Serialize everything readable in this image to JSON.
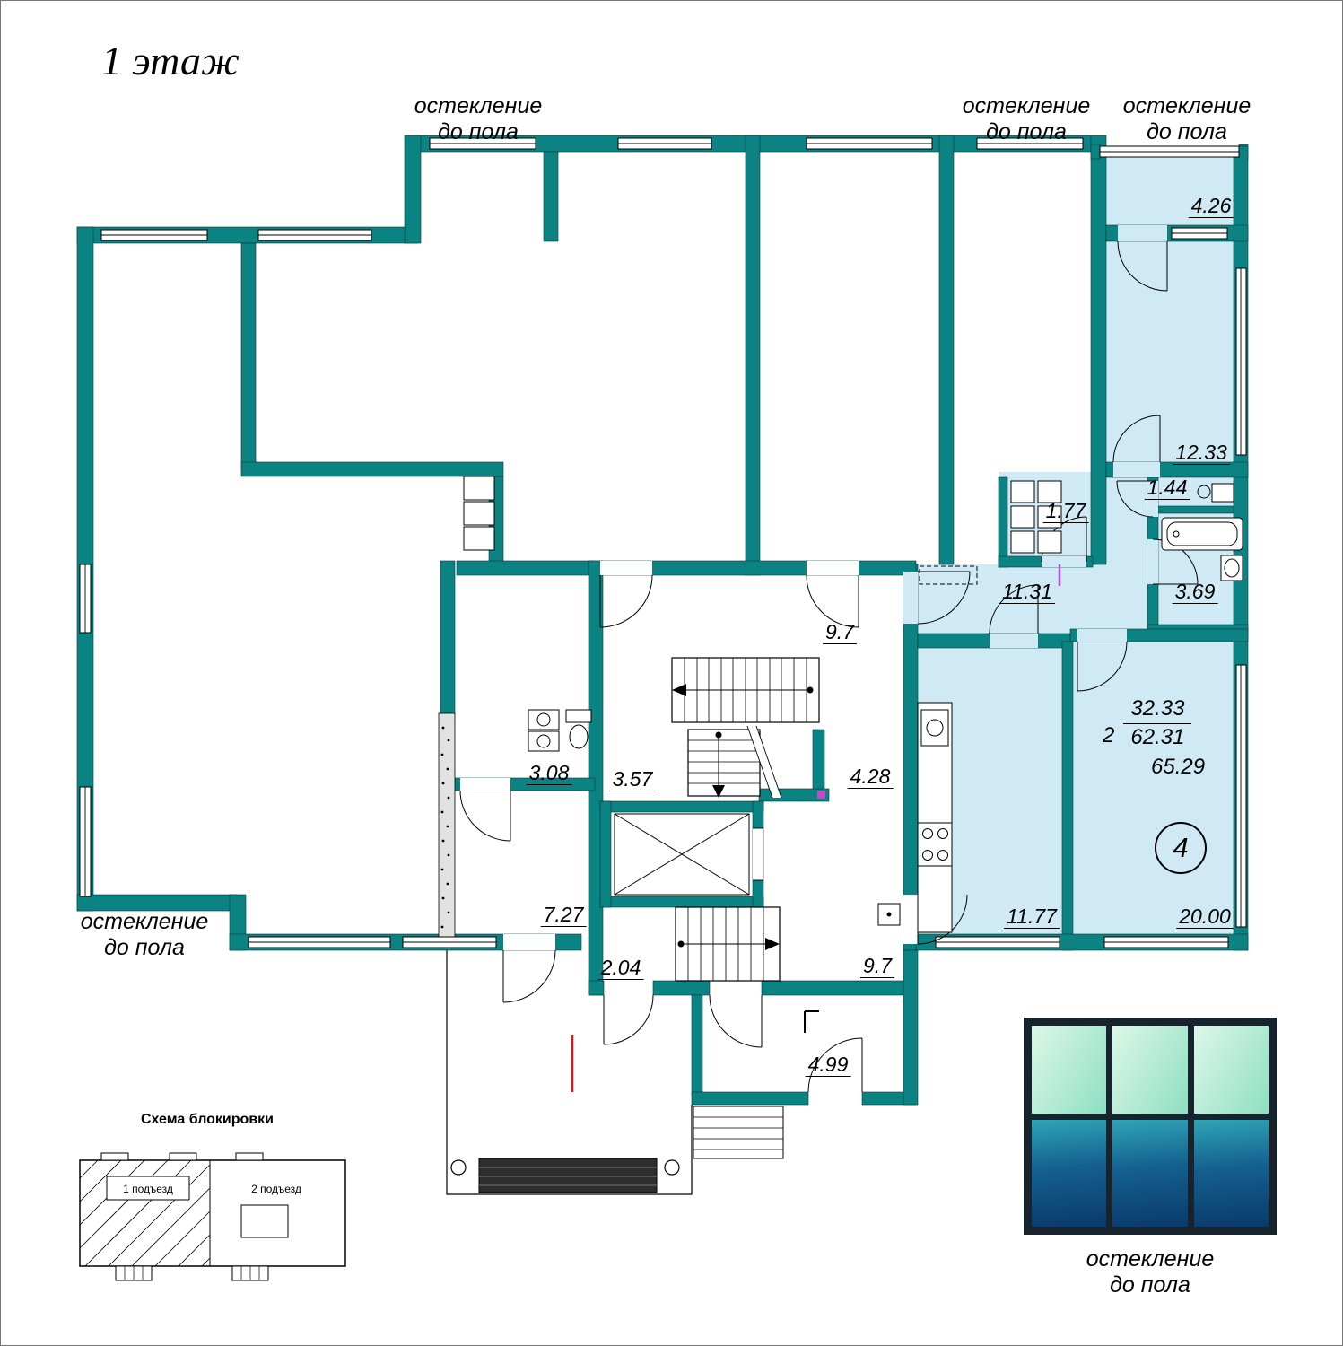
{
  "title": "1 этаж",
  "glazing": {
    "line1": "остекление",
    "line2": "до пола"
  },
  "dims": {
    "balcony": "4.26",
    "room1": "12.33",
    "wc": "1.44",
    "closet": "1.77",
    "bath": "3.69",
    "hall": "11.31",
    "corridor_top": "9.7",
    "room_308": "3.08",
    "landing_357": "3.57",
    "lift_lobby": "4.28",
    "room_727": "7.27",
    "lobby_204": "2.04",
    "corridor_bottom": "9.7",
    "vestibule": "4.99",
    "kitchen": "11.77",
    "living": "20.00"
  },
  "apartment": {
    "rooms": "2",
    "living_area": "32.33",
    "area": "62.31",
    "total_area": "65.29",
    "number": "4"
  },
  "scheme": {
    "title": "Схема блокировки",
    "entrance1": "1 подъезд",
    "entrance2": "2 подъезд"
  },
  "legend": {
    "line1": "остекление",
    "line2": "до пола"
  },
  "colors": {
    "wall": "#0c8383",
    "apartment_fill": "#cfeaf5"
  }
}
